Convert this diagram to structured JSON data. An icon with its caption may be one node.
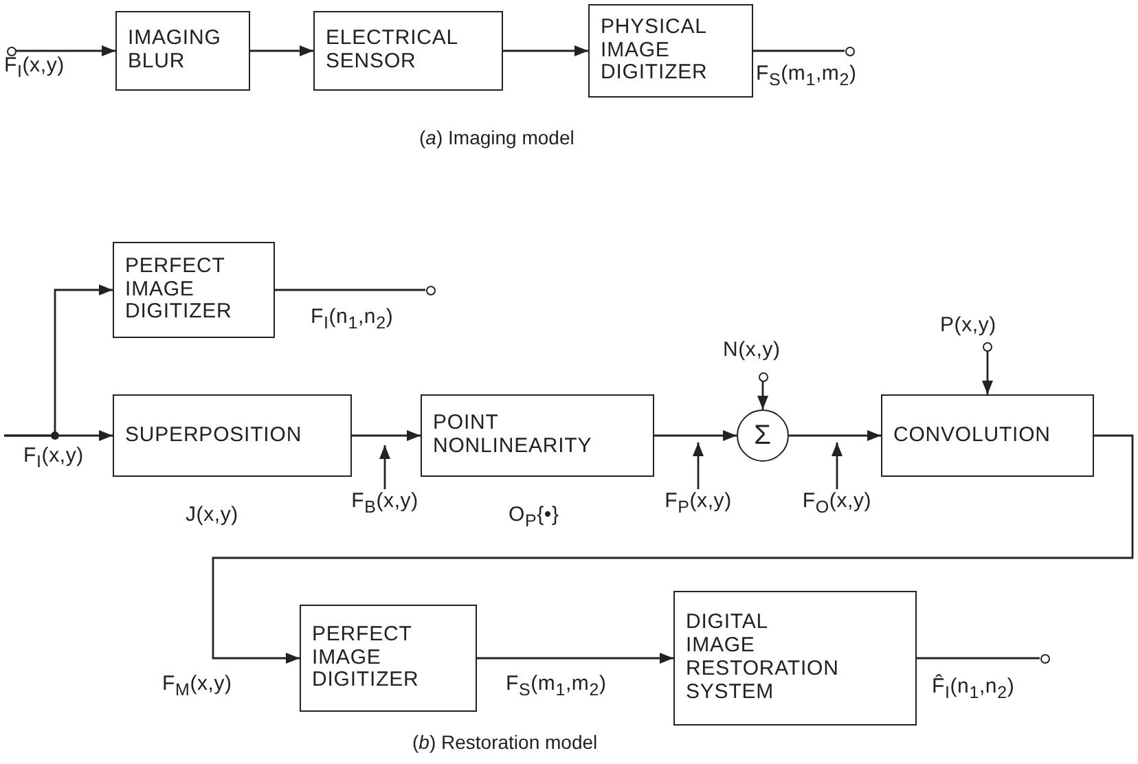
{
  "diagram": {
    "nodes": [
      {
        "text": [
          "F$_{I}$(x,y)"
        ]
      },
      {
        "text": [
          "IMAGING BLUR"
        ]
      },
      {
        "text": [
          "ELECTRICAL SENSOR"
        ]
      },
      {
        "text": [
          "PHYSICAL IMAGE DIGITIZER"
        ]
      },
      {
        "text": [
          "F$_{S}$(m$_{1}$,m$_{2}$)"
        ]
      },
      {
        "text": [
          "F$_{I}$(x,y)"
        ]
      },
      {
        "text": [
          "PERFECT IMAGE DIGITIZER"
        ]
      },
      {
        "text": [
          "F$_{I}$(n$_{1}$,n$_{2}$)"
        ]
      },
      {
        "text": [
          "SUPERPOSITION"
        ],
        "beside": [
          "J(x,y)"
        ]
      },
      {
        "text": [
          "F$_{B}$(x,y)"
        ]
      },
      {
        "text": [
          "POINT NONLINEARITY"
        ],
        "beside": [
          "O$_{P}${•}"
        ]
      },
      {
        "text": [
          "F$_{P}$(x,y)"
        ]
      },
      {
        "text": [
          "N(x,y)"
        ]
      },
      {
        "text": [
          "Σ"
        ]
      },
      {
        "text": [
          "F$_{O}$(x,y)"
        ]
      },
      {
        "text": [
          "P(x,y)"
        ]
      },
      {
        "text": [
          "CONVOLUTION"
        ]
      },
      {
        "text": [
          "PERFECT IMAGE DIGITIZER"
        ]
      },
      {
        "text": [
          "DIGITAL IMAGE RESTORATION SYSTEM"
        ]
      },
      {
        "text": [
          "F̂$_{I}$(n$_{1}$,n$_{2}$)"
        ]
      }
    ],
    "edges": [
      {
        "from": 0,
        "to": 1,
        "arrow": "to"
      },
      {
        "from": 1,
        "to": 2,
        "arrow": "to"
      },
      {
        "from": 2,
        "to": 3,
        "arrow": "to"
      },
      {
        "from": 3,
        "to": 4,
        "arrow": "none"
      },
      {
        "from": 5,
        "to": 6,
        "arrow": "to"
      },
      {
        "from": 5,
        "to": 8,
        "arrow": "to"
      },
      {
        "from": 6,
        "to": 7,
        "arrow": "none"
      },
      {
        "from": 8,
        "to": 10,
        "arrow": "to"
      },
      {
        "from": 10,
        "to": 13,
        "arrow": "to"
      },
      {
        "from": 12,
        "to": 13,
        "arrow": "to"
      },
      {
        "from": 13,
        "to": 16,
        "arrow": "to"
      },
      {
        "from": 15,
        "to": 16,
        "arrow": "to"
      },
      {
        "from": 16,
        "to": 17,
        "arrow": "to"
      },
      {
        "from": 17,
        "to": 18,
        "arrow": "to"
      },
      {
        "from": 18,
        "to": 19,
        "arrow": "none"
      },
      {
        "from": 9,
        "to": null,
        "arrow": "to"
      },
      {
        "from": 11,
        "to": null,
        "arrow": "to"
      },
      {
        "from": 14,
        "to": null,
        "arrow": "to"
      }
    ],
    "labels": [
      "(*a*) Imaging model",
      "F$_{M}$(x,y)",
      "F$_{S}$(m$_{1}$,m$_{2}$)",
      "(*b*) Restoration model"
    ]
  }
}
